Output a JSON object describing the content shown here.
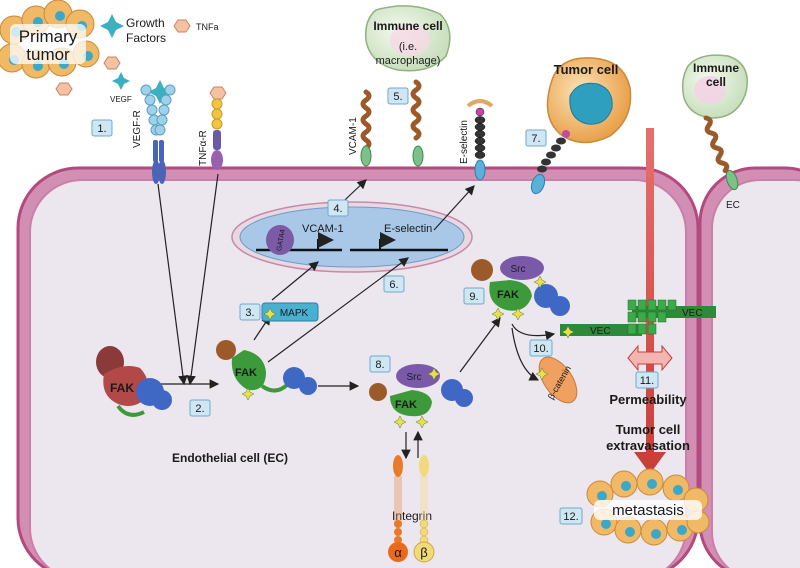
{
  "labels": {
    "primary_tumor_line1": "Primary",
    "primary_tumor_line2": "tumor",
    "growth_factors_line1": "Growth",
    "growth_factors_line2": "Factors",
    "tnfa": "TNFa",
    "vegf": "VEGF",
    "vegf_r": "VEGF-R",
    "tnfa_r": "TNFα-R",
    "immune_cell_main_line1": "Immune cell",
    "immune_cell_main_line2": "(i.e.",
    "immune_cell_main_line3": "macrophage)",
    "vcam1_receptor": "VCAM-1",
    "e_selectin_receptor": "E-selectin",
    "tumor_cell": "Tumor cell",
    "immune_cell_right_line1": "Immune",
    "immune_cell_right_line2": "cell",
    "ec_right": "EC",
    "gata4": "GATA4",
    "vcam1_gene": "VCAM-1",
    "e_selectin_gene": "E-selectin",
    "mapk": "MAPK",
    "fak_1": "FAK",
    "fak_2": "FAK",
    "fak_3": "FAK",
    "fak_4": "FAK",
    "src_1": "Src",
    "src_2": "Src",
    "vec_1": "VEC",
    "vec_2": "VEC",
    "beta_catenin": "β-catenin",
    "permeability": "Permeability",
    "extravasation_line1": "Tumor cell",
    "extravasation_line2": "extravasation",
    "metastasis": "metastasis",
    "endothelial_cell": "Endothelial cell (EC)",
    "integrin": "Integrin",
    "alpha": "α",
    "beta": "β"
  },
  "steps": {
    "s1": "1.",
    "s2": "2.",
    "s3": "3.",
    "s4": "4.",
    "s5": "5.",
    "s6": "6.",
    "s7": "7.",
    "s8": "8.",
    "s9": "9.",
    "s10": "10.",
    "s11": "11.",
    "s12": "12."
  },
  "colors": {
    "membrane": "#c0578a",
    "cytoplasm": "#ece5ee",
    "nucleus": "#a9c8e8",
    "fak_green": "#3d9a3a",
    "blue_domain": "#3f68c4",
    "brown_domain": "#9c5a2a",
    "src_purple": "#7a5aa8",
    "vec_green": "#2e8a3a",
    "mapk_teal": "#4ab0d0",
    "permeability_arrow": "#d9534f"
  }
}
